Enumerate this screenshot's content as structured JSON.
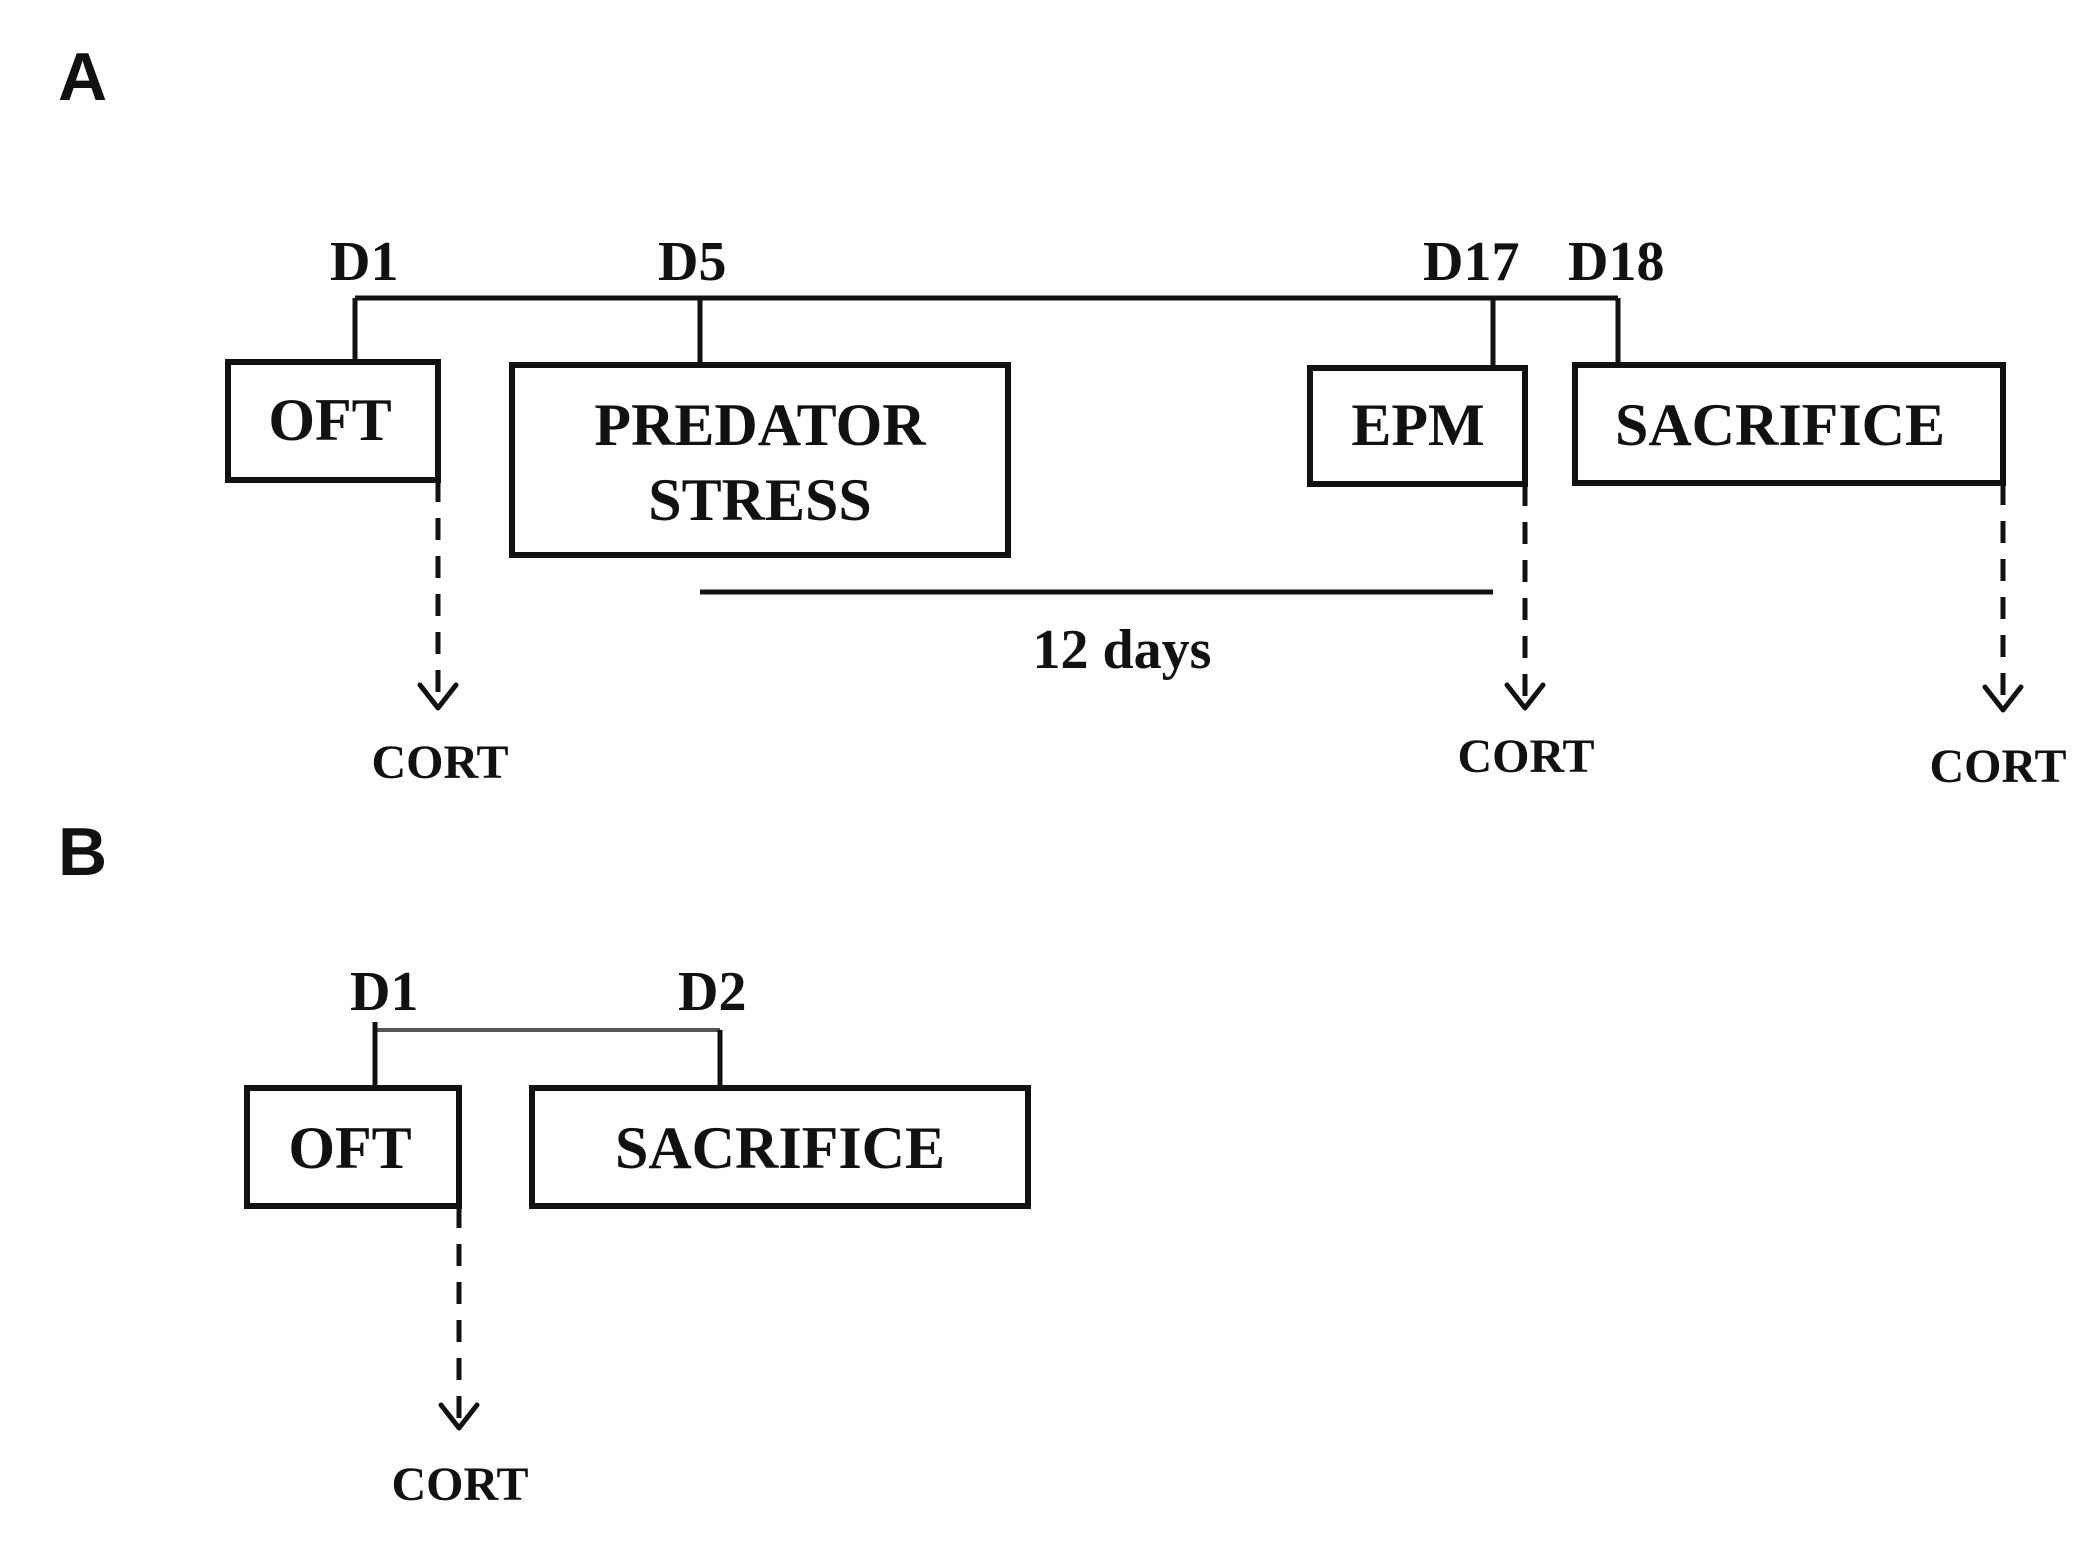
{
  "panels": {
    "a": {
      "label": "A",
      "days": {
        "d1": "D1",
        "d5": "D5",
        "d17": "D17",
        "d18": "D18"
      },
      "boxes": {
        "oft": "OFT",
        "predator_line1": "PREDATOR",
        "predator_line2": "STRESS",
        "epm": "EPM",
        "sacrifice": "SACRIFICE"
      },
      "interval": "12 days",
      "cort": {
        "first": "CORT",
        "second": "CORT",
        "third": "CORT"
      }
    },
    "b": {
      "label": "B",
      "days": {
        "d1": "D1",
        "d2": "D2"
      },
      "boxes": {
        "oft": "OFT",
        "sacrifice": "SACRIFICE"
      },
      "cort": {
        "first": "CORT"
      }
    }
  }
}
